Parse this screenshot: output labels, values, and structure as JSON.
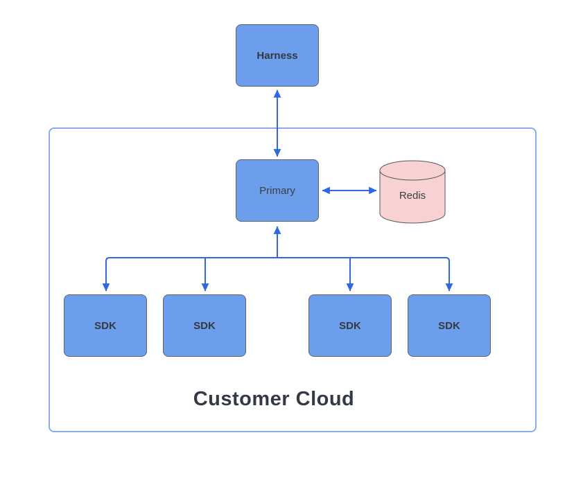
{
  "diagram": {
    "title": "Customer Cloud",
    "nodes": {
      "harness": {
        "label": "Harness"
      },
      "primary": {
        "label": "Primary"
      },
      "redis": {
        "label": "Redis",
        "shape": "cylinder"
      }
    },
    "sdk_nodes": [
      {
        "label": "SDK"
      },
      {
        "label": "SDK"
      },
      {
        "label": "SDK"
      },
      {
        "label": "SDK"
      }
    ],
    "edges": [
      {
        "from": "Harness",
        "to": "Primary",
        "direction": "bidirectional"
      },
      {
        "from": "Primary",
        "to": "Redis",
        "direction": "bidirectional"
      },
      {
        "from": "Primary",
        "to": "SDK",
        "direction": "bidirectional-tree"
      }
    ],
    "colors": {
      "node_fill": "#6d9eeb",
      "node_border": "#5f6266",
      "redis_fill": "#f8d2d2",
      "redis_border": "#54565a",
      "connector": "#2f66e3",
      "container_border": "#86abf2",
      "label_text": "#343940",
      "title_text": "#333a45"
    }
  }
}
